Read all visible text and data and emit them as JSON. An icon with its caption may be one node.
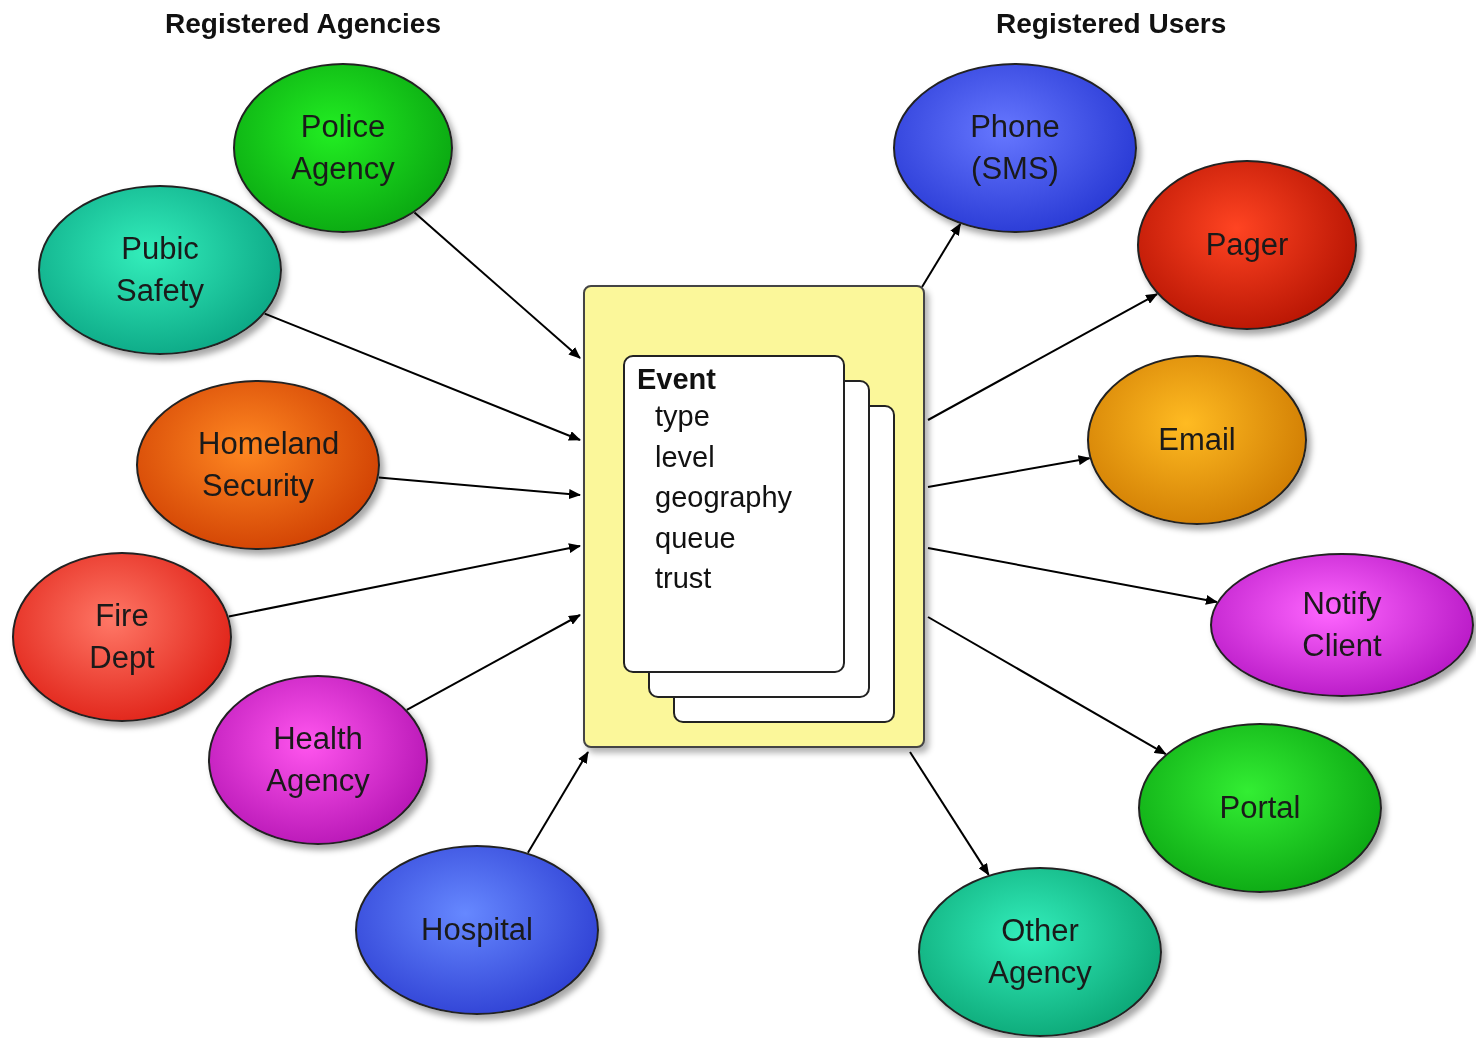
{
  "diagram": {
    "nodes": [
      {
        "text": [
          "Police Agency"
        ]
      },
      {
        "text": [
          "Pubic Safety"
        ]
      },
      {
        "text": [
          "Homeland Security"
        ]
      },
      {
        "text": [
          "Fire Dept"
        ]
      },
      {
        "text": [
          "Health Agency"
        ]
      },
      {
        "text": [
          "Hospital"
        ]
      },
      {
        "text": [],
        "shape": "box"
      },
      {
        "text": [
          "Event",
          "type level geography queue trust"
        ],
        "in": 6
      },
      {
        "text": [
          "Phone (SMS)"
        ]
      },
      {
        "text": [
          "Pager"
        ]
      },
      {
        "text": [
          "Email"
        ]
      },
      {
        "text": [
          "Notify Client"
        ]
      },
      {
        "text": [
          "Portal"
        ]
      },
      {
        "text": [
          "Other Agency"
        ]
      }
    ],
    "edges": [
      {
        "from": 0,
        "to": 6,
        "arrow": "to"
      },
      {
        "from": 1,
        "to": 6,
        "arrow": "to"
      },
      {
        "from": 2,
        "to": 6,
        "arrow": "to"
      },
      {
        "from": 3,
        "to": 6,
        "arrow": "to"
      },
      {
        "from": 4,
        "to": 6,
        "arrow": "to"
      },
      {
        "from": 5,
        "to": 6,
        "arrow": "to"
      },
      {
        "from": 6,
        "to": 8,
        "arrow": "to"
      },
      {
        "from": 6,
        "to": 9,
        "arrow": "to"
      },
      {
        "from": 6,
        "to": 10,
        "arrow": "to"
      },
      {
        "from": 6,
        "to": 11,
        "arrow": "to"
      },
      {
        "from": 6,
        "to": 12,
        "arrow": "to"
      },
      {
        "from": 6,
        "to": 13,
        "arrow": "to"
      }
    ],
    "labels": [
      "Registered Agencies",
      "Registered Users"
    ]
  }
}
